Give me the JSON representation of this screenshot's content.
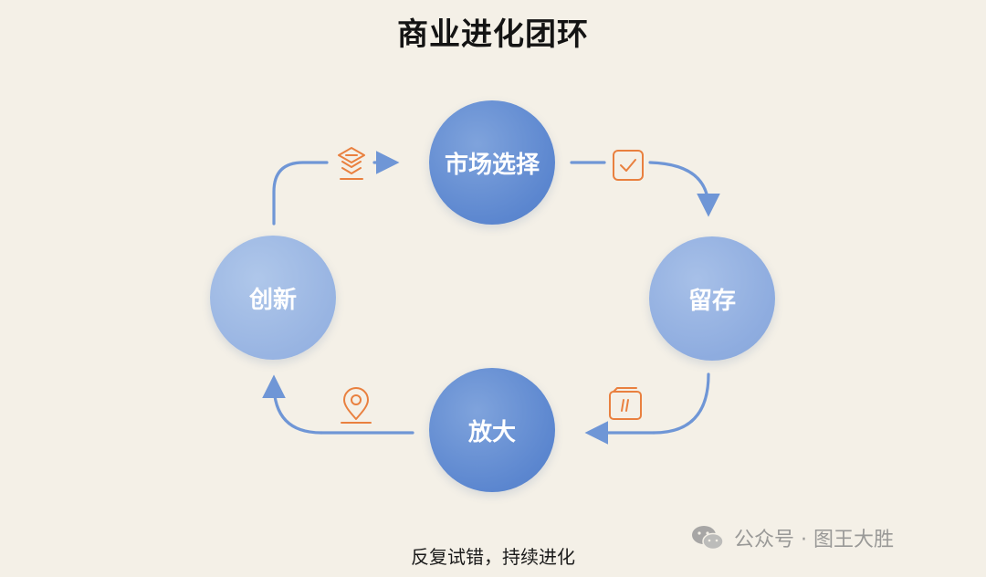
{
  "title": "商业进化团环",
  "nodes": {
    "market": "市场选择",
    "retain": "留存",
    "scale": "放大",
    "innovate": "创新"
  },
  "caption": "反复试错，持续进化",
  "watermark": "公众号 · 图王大胜",
  "colors": {
    "background": "#f4f0e7",
    "circle_dark": "#5b86cf",
    "circle_light": "#8eacdf",
    "arrow": "#6f96d6",
    "icon": "#e9803f"
  },
  "icons": [
    "layers-icon",
    "checkbox-icon",
    "wallet-icon",
    "location-pin-icon"
  ]
}
